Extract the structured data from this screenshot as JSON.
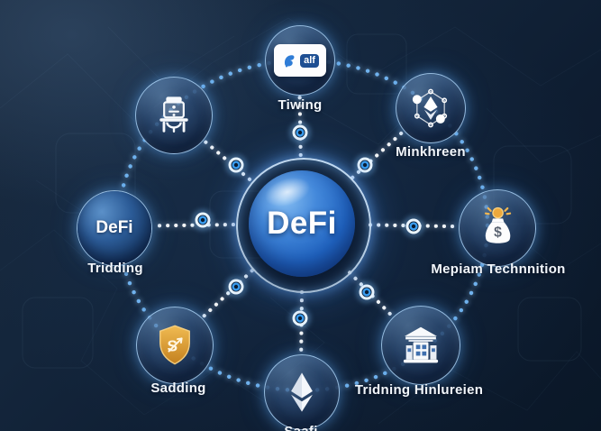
{
  "diagram": {
    "title": "DeFi",
    "center": {
      "label": "DeFi"
    },
    "nodes": [
      {
        "id": "cash-register",
        "label": "",
        "icon": "cash-register-icon"
      },
      {
        "id": "payment-card",
        "label": "Tiwing",
        "icon": "payment-card-icon",
        "badge_text": "alf"
      },
      {
        "id": "eth-network",
        "label": "Minkhreen",
        "icon": "ethereum-network-icon"
      },
      {
        "id": "money-bag",
        "label": "Mepiam Technnition",
        "icon": "money-bag-icon",
        "currency_symbol": "$"
      },
      {
        "id": "bank",
        "label": "Tridning Hinlureien",
        "icon": "bank-icon"
      },
      {
        "id": "ethereum",
        "label": "Saafi",
        "icon": "ethereum-icon"
      },
      {
        "id": "shield",
        "label": "Sadding",
        "icon": "shield-icon",
        "shield_letter": "S"
      },
      {
        "id": "defi-sphere",
        "label": "Tridding",
        "icon": "defi-sphere-icon",
        "sphere_text": "DeFi"
      }
    ],
    "colors": {
      "background_top": "#1b2c41",
      "background_bottom": "#0a1727",
      "hub_blue": "#2063c0",
      "ring_glow": "#8ec6ff",
      "arc_dash": "#63aef2",
      "radial_dash": "#ffffff",
      "label_text": "#f3f7fc",
      "shield_gold": "#d9982e",
      "coin_gold": "#eda93c"
    }
  }
}
